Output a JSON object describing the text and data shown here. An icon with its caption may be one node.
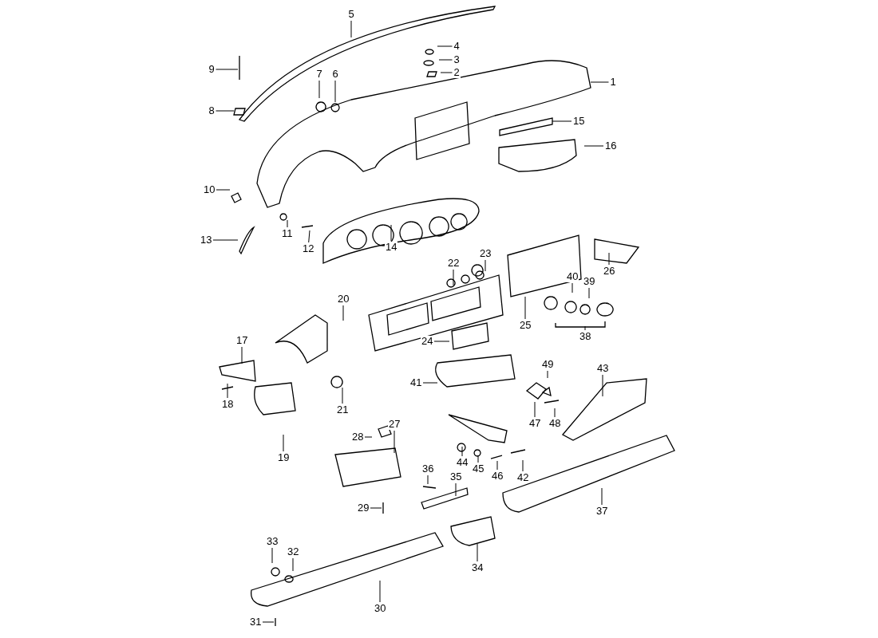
{
  "diagram": {
    "nodes": [
      {
        "text": [
          "1"
        ]
      },
      {
        "text": [
          "2"
        ]
      },
      {
        "text": [
          "3"
        ]
      },
      {
        "text": [
          "4"
        ]
      },
      {
        "text": [
          "5"
        ]
      },
      {
        "text": [
          "6"
        ]
      },
      {
        "text": [
          "7"
        ]
      },
      {
        "text": [
          "8"
        ]
      },
      {
        "text": [
          "9"
        ]
      },
      {
        "text": [
          "10"
        ]
      },
      {
        "text": [
          "11"
        ]
      },
      {
        "text": [
          "12"
        ]
      },
      {
        "text": [
          "13"
        ]
      },
      {
        "text": [
          "14"
        ]
      },
      {
        "text": [
          "15"
        ]
      },
      {
        "text": [
          "16"
        ]
      },
      {
        "text": [
          "17"
        ]
      },
      {
        "text": [
          "18"
        ]
      },
      {
        "text": [
          "19"
        ]
      },
      {
        "text": [
          "20"
        ]
      },
      {
        "text": [
          "21"
        ]
      },
      {
        "text": [
          "22"
        ]
      },
      {
        "text": [
          "23"
        ]
      },
      {
        "text": [
          "24"
        ]
      },
      {
        "text": [
          "25"
        ]
      },
      {
        "text": [
          "26"
        ]
      },
      {
        "text": [
          "27"
        ]
      },
      {
        "text": [
          "28"
        ]
      },
      {
        "text": [
          "29"
        ]
      },
      {
        "text": [
          "30"
        ]
      },
      {
        "text": [
          "31"
        ]
      },
      {
        "text": [
          "32"
        ]
      },
      {
        "text": [
          "33"
        ]
      },
      {
        "text": [
          "34"
        ]
      },
      {
        "text": [
          "35"
        ]
      },
      {
        "text": [
          "36"
        ]
      },
      {
        "text": [
          "37"
        ]
      },
      {
        "text": [
          "38"
        ]
      },
      {
        "text": [
          "39"
        ]
      },
      {
        "text": [
          "40"
        ]
      },
      {
        "text": [
          "41"
        ]
      },
      {
        "text": [
          "42"
        ]
      },
      {
        "text": [
          "43"
        ]
      },
      {
        "text": [
          "44"
        ]
      },
      {
        "text": [
          "45"
        ]
      },
      {
        "text": [
          "46"
        ]
      },
      {
        "text": [
          "47"
        ]
      },
      {
        "text": [
          "48"
        ]
      },
      {
        "text": [
          "49"
        ]
      }
    ],
    "edges": [
      {
        "from": 0,
        "to": null,
        "arrow": "none"
      },
      {
        "from": 1,
        "to": null,
        "arrow": "none"
      },
      {
        "from": 2,
        "to": null,
        "arrow": "none"
      },
      {
        "from": 3,
        "to": null,
        "arrow": "none"
      },
      {
        "from": 4,
        "to": null,
        "arrow": "none"
      },
      {
        "from": 5,
        "to": null,
        "arrow": "none"
      },
      {
        "from": 6,
        "to": null,
        "arrow": "none"
      },
      {
        "from": 7,
        "to": null,
        "arrow": "none"
      },
      {
        "from": 8,
        "to": null,
        "arrow": "none"
      },
      {
        "from": 9,
        "to": null,
        "arrow": "none"
      },
      {
        "from": 10,
        "to": null,
        "arrow": "none"
      },
      {
        "from": 11,
        "to": null,
        "arrow": "none"
      },
      {
        "from": 12,
        "to": null,
        "arrow": "none"
      },
      {
        "from": 13,
        "to": null,
        "arrow": "none"
      },
      {
        "from": 14,
        "to": null,
        "arrow": "none"
      },
      {
        "from": 15,
        "to": null,
        "arrow": "none"
      },
      {
        "from": 16,
        "to": null,
        "arrow": "none"
      },
      {
        "from": 17,
        "to": null,
        "arrow": "none"
      },
      {
        "from": 18,
        "to": null,
        "arrow": "none"
      },
      {
        "from": 19,
        "to": null,
        "arrow": "none"
      },
      {
        "from": 20,
        "to": null,
        "arrow": "none"
      },
      {
        "from": 21,
        "to": null,
        "arrow": "none"
      },
      {
        "from": 22,
        "to": null,
        "arrow": "none"
      },
      {
        "from": 23,
        "to": null,
        "arrow": "none"
      },
      {
        "from": 24,
        "to": null,
        "arrow": "none"
      },
      {
        "from": 25,
        "to": null,
        "arrow": "none"
      },
      {
        "from": 26,
        "to": null,
        "arrow": "none"
      },
      {
        "from": 27,
        "to": null,
        "arrow": "none"
      },
      {
        "from": 28,
        "to": null,
        "arrow": "none"
      },
      {
        "from": 29,
        "to": null,
        "arrow": "none"
      },
      {
        "from": 30,
        "to": null,
        "arrow": "none"
      },
      {
        "from": 31,
        "to": null,
        "arrow": "none"
      },
      {
        "from": 32,
        "to": null,
        "arrow": "none"
      },
      {
        "from": 33,
        "to": null,
        "arrow": "none"
      },
      {
        "from": 34,
        "to": null,
        "arrow": "none"
      },
      {
        "from": 35,
        "to": null,
        "arrow": "none"
      },
      {
        "from": 36,
        "to": null,
        "arrow": "none"
      },
      {
        "from": 37,
        "to": null,
        "arrow": "none"
      },
      {
        "from": 38,
        "to": null,
        "arrow": "none"
      },
      {
        "from": 39,
        "to": null,
        "arrow": "none"
      },
      {
        "from": 40,
        "to": null,
        "arrow": "none"
      },
      {
        "from": 41,
        "to": null,
        "arrow": "none"
      },
      {
        "from": 42,
        "to": null,
        "arrow": "none"
      },
      {
        "from": 43,
        "to": null,
        "arrow": "none"
      },
      {
        "from": 44,
        "to": null,
        "arrow": "none"
      },
      {
        "from": 45,
        "to": null,
        "arrow": "none"
      },
      {
        "from": 46,
        "to": null,
        "arrow": "none"
      },
      {
        "from": 47,
        "to": null,
        "arrow": "none"
      },
      {
        "from": 48,
        "to": null,
        "arrow": "none"
      }
    ]
  }
}
